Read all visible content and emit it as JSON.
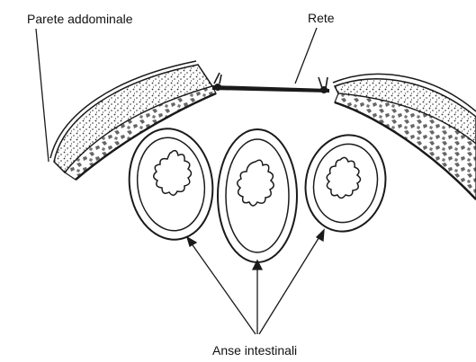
{
  "labels": {
    "abdominal_wall": "Parete addominale",
    "mesh": "Rete",
    "intestinal_loops": "Anse intestinali"
  },
  "colors": {
    "ink": "#1a1a1a",
    "background": "#ffffff",
    "hatch": "#555555"
  }
}
